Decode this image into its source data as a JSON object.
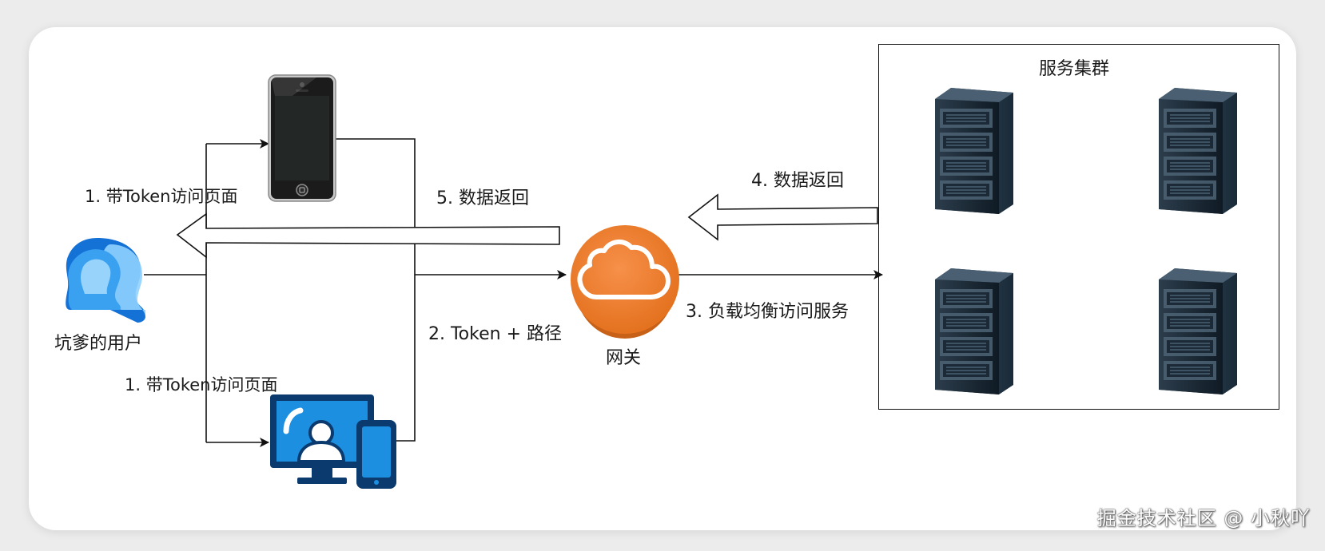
{
  "nodes": {
    "user_label": "坑爹的用户",
    "gateway_label": "网关",
    "cluster_title": "服务集群"
  },
  "edges": {
    "visit_mobile": "1. 带Token访问页面",
    "visit_desktop": "1. 带Token访问页面",
    "token_path": "2. Token + 路径",
    "load_balance": "3. 负载均衡访问服务",
    "return_cluster": "4. 数据返回",
    "return_user": "5. 数据返回"
  },
  "watermark": "掘金技术社区 @ 小秋吖",
  "colors": {
    "gateway_orange": "#f58536",
    "device_blue": "#1d8fe0",
    "device_navy": "#0b3a6e",
    "server_dark": "#1b2a36"
  }
}
